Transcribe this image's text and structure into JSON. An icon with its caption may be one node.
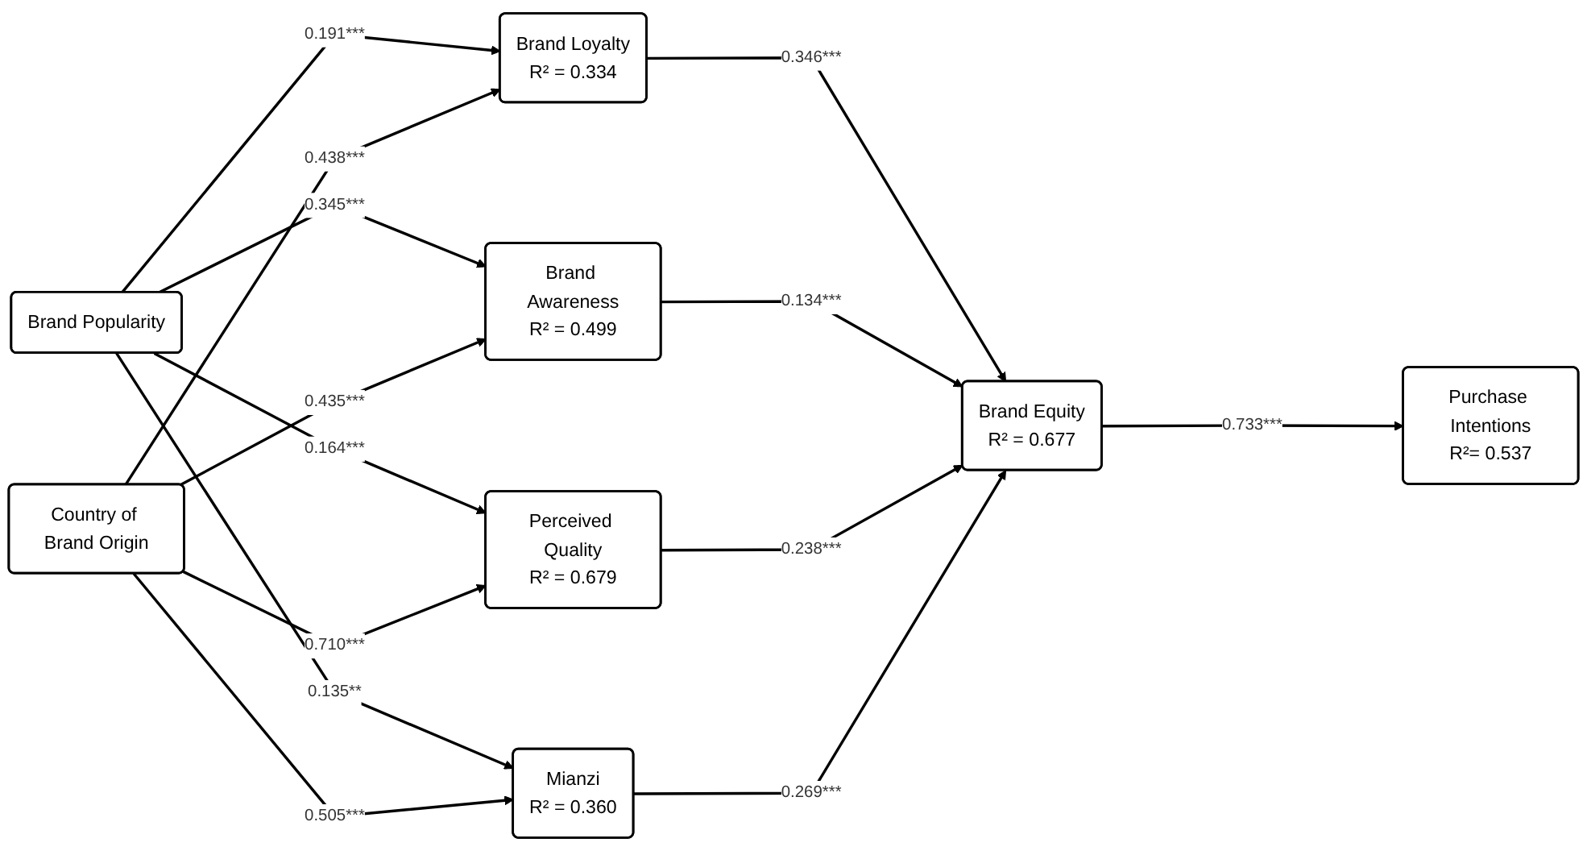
{
  "diagram": {
    "nodes": [
      {
        "text": [
          "Brand Popularity"
        ]
      },
      {
        "text": [
          "Country of Brand Origin"
        ]
      },
      {
        "text": [
          "Brand Loyalty",
          "R² = 0.334"
        ]
      },
      {
        "text": [
          "Brand Awareness",
          "R² = 0.499"
        ]
      },
      {
        "text": [
          "Perceived Quality",
          "R² = 0.679"
        ]
      },
      {
        "text": [
          "Mianzi",
          "R² = 0.360"
        ]
      },
      {
        "text": [
          "Brand Equity",
          "R² = 0.677"
        ]
      },
      {
        "text": [
          "Purchase Intentions",
          "R²= 0.537"
        ]
      }
    ],
    "edges": [
      {
        "from": 0,
        "to": 2,
        "arrow": "to",
        "label": "0.191***"
      },
      {
        "from": 0,
        "to": 3,
        "arrow": "to",
        "label": "0.345***"
      },
      {
        "from": 0,
        "to": 4,
        "arrow": "to",
        "label": "0.164***"
      },
      {
        "from": 0,
        "to": 5,
        "arrow": "to",
        "label": "0.135**"
      },
      {
        "from": 1,
        "to": 2,
        "arrow": "to",
        "label": "0.438***"
      },
      {
        "from": 1,
        "to": 3,
        "arrow": "to",
        "label": "0.435***"
      },
      {
        "from": 1,
        "to": 4,
        "arrow": "to",
        "label": "0.710***"
      },
      {
        "from": 1,
        "to": 5,
        "arrow": "to",
        "label": "0.505***"
      },
      {
        "from": 2,
        "to": 6,
        "arrow": "to",
        "label": "0.346***"
      },
      {
        "from": 3,
        "to": 6,
        "arrow": "to",
        "label": "0.134***"
      },
      {
        "from": 4,
        "to": 6,
        "arrow": "to",
        "label": "0.238***"
      },
      {
        "from": 5,
        "to": 6,
        "arrow": "to",
        "label": "0.269***"
      },
      {
        "from": 6,
        "to": 7,
        "arrow": "to",
        "label": "0.733***"
      }
    ]
  }
}
